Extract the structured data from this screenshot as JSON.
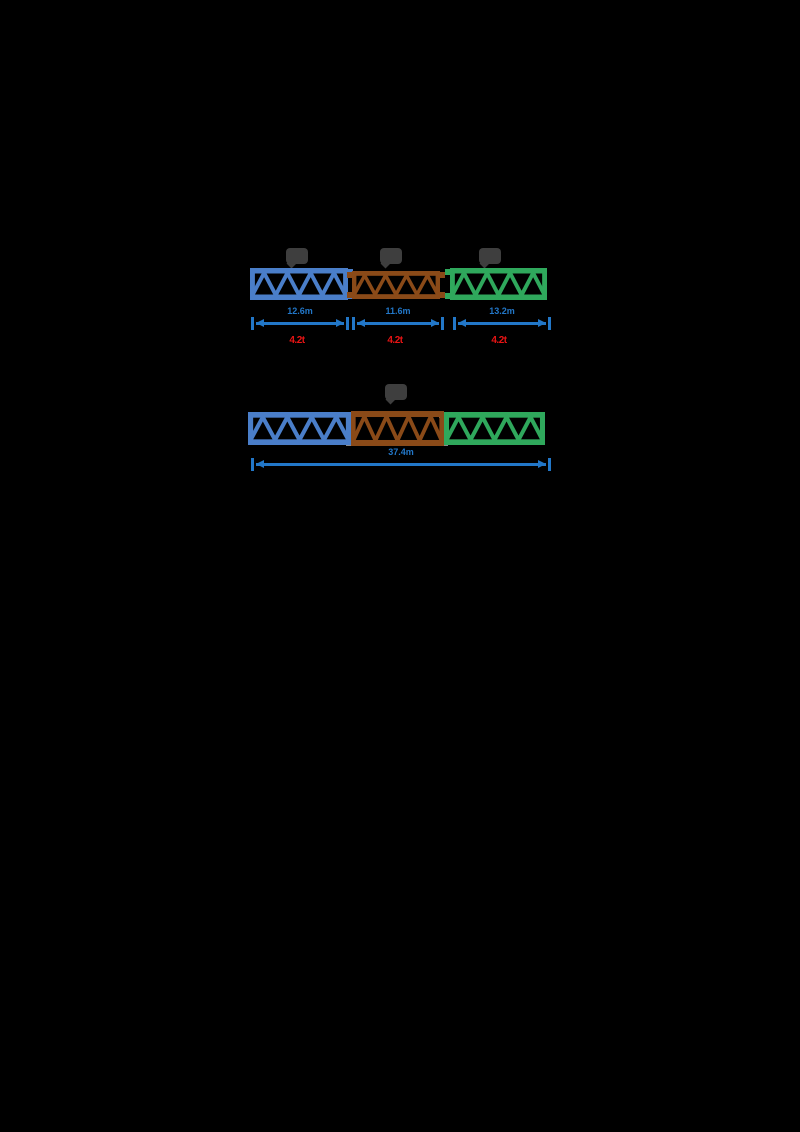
{
  "page": {
    "background": "#000000",
    "description_visible_content": "two truss-bridge diagrams on black background"
  },
  "colors": {
    "segment_blue": "#4a7ec9",
    "segment_brown": "#8a4a18",
    "segment_green": "#2fa85c",
    "dimension_line": "#2277c8",
    "warning_text": "#e81414",
    "callout_bubble": "#3e3e3e",
    "connector_gray": "#8a8a8a"
  },
  "top_diagram": {
    "segments": [
      {
        "name": "blue truss segment",
        "length_label": "12.6m",
        "weight_label": "4.2t"
      },
      {
        "name": "brown truss segment",
        "length_label": "11.6m",
        "weight_label": "4.2t"
      },
      {
        "name": "green truss segment",
        "length_label": "13.2m",
        "weight_label": "4.2t"
      }
    ]
  },
  "bottom_diagram": {
    "total_length_label": "37.4m"
  }
}
